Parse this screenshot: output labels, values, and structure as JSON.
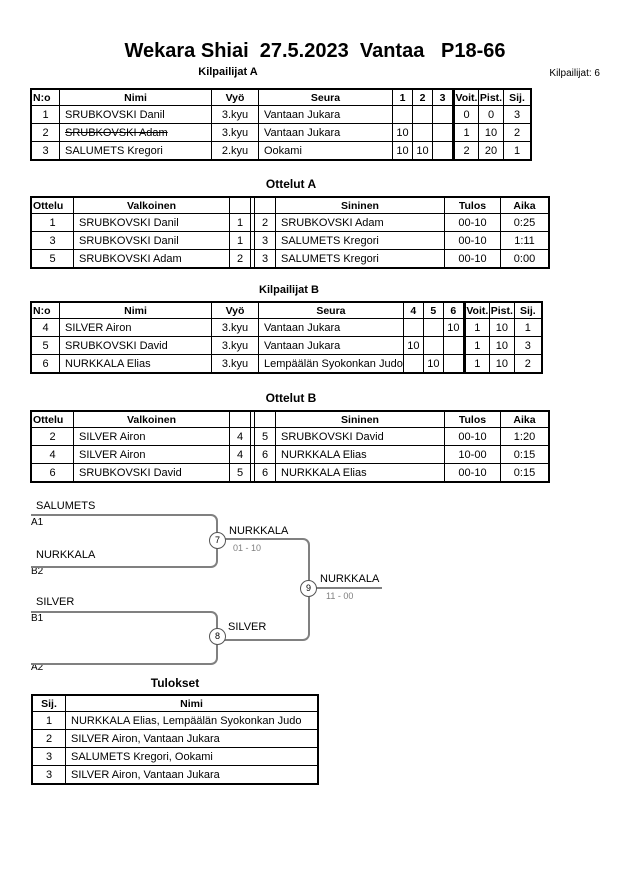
{
  "page": {
    "title": "Wekara Shiai  27.5.2023  Vantaa   P18-66",
    "competitor_count_label": "Kilpailijat: 6"
  },
  "colors": {
    "line": "#808080",
    "score_text": "#808080",
    "text": "#000000"
  },
  "pool_a": {
    "title": "Kilpailijat A",
    "headers": {
      "no": "N:o",
      "nimi": "Nimi",
      "vyo": "Vyö",
      "seura": "Seura",
      "r1": "1",
      "r2": "2",
      "r3": "3",
      "voit": "Voit.",
      "pist": "Pist.",
      "sij": "Sij."
    },
    "rows": [
      {
        "no": "1",
        "nimi": "SRUBKOVSKI Danil",
        "nimi_style": "",
        "vyo": "3.kyu",
        "seura": "Vantaan Jukara",
        "seura_style": "",
        "r1": "",
        "r2": "",
        "r3": "",
        "voit": "0",
        "pist": "0",
        "sij": "3"
      },
      {
        "no": "2",
        "nimi": "SRUBKOVSKI Adam",
        "nimi_style": "struck",
        "vyo": "3.kyu",
        "seura": "Vantaan Jukara",
        "seura_style": "",
        "r1": "10",
        "r2": "",
        "r3": "",
        "voit": "1",
        "pist": "10",
        "sij": "2"
      },
      {
        "no": "3",
        "nimi": "SALUMETS Kregori",
        "nimi_style": "",
        "vyo": "2.kyu",
        "seura": "Ookami",
        "seura_style": "",
        "r1": "10",
        "r2": "10",
        "r3": "",
        "voit": "2",
        "pist": "20",
        "sij": "1"
      }
    ]
  },
  "matches_a": {
    "title": "Ottelut A",
    "headers": {
      "ottelu": "Ottelu",
      "valkoinen": "Valkoinen",
      "sininen": "Sininen",
      "tulos": "Tulos",
      "aika": "Aika"
    },
    "rows": [
      {
        "ottelu": "1",
        "valkoinen": "SRUBKOVSKI Danil",
        "wn": "1",
        "bn": "2",
        "sininen": "SRUBKOVSKI Adam",
        "tulos": "00-10",
        "aika": "0:25"
      },
      {
        "ottelu": "3",
        "valkoinen": "SRUBKOVSKI Danil",
        "wn": "1",
        "bn": "3",
        "sininen": "SALUMETS Kregori",
        "tulos": "00-10",
        "aika": "1:11"
      },
      {
        "ottelu": "5",
        "valkoinen": "SRUBKOVSKI Adam",
        "wn": "2",
        "bn": "3",
        "sininen": "SALUMETS Kregori",
        "tulos": "00-10",
        "aika": "0:00"
      }
    ]
  },
  "pool_b": {
    "title": "Kilpailijat B",
    "headers": {
      "no": "N:o",
      "nimi": "Nimi",
      "vyo": "Vyö",
      "seura": "Seura",
      "r1": "4",
      "r2": "5",
      "r3": "6",
      "voit": "Voit.",
      "pist": "Pist.",
      "sij": "Sij."
    },
    "rows": [
      {
        "no": "4",
        "nimi": "SILVER Airon",
        "nimi_style": "",
        "vyo": "3.kyu",
        "seura": "Vantaan Jukara",
        "seura_style": "",
        "r1": "",
        "r2": "",
        "r3": "10",
        "voit": "1",
        "pist": "10",
        "sij": "1"
      },
      {
        "no": "5",
        "nimi": "SRUBKOVSKI David",
        "nimi_style": "",
        "vyo": "3.kyu",
        "seura": "Vantaan Jukara",
        "seura_style": "",
        "r1": "10",
        "r2": "",
        "r3": "",
        "voit": "1",
        "pist": "10",
        "sij": "3"
      },
      {
        "no": "6",
        "nimi": "NURKKALA Elias",
        "nimi_style": "",
        "vyo": "3.kyu",
        "seura": "Lempäälän Syokonkan Judo",
        "seura_style": "overflow",
        "r1": "",
        "r2": "10",
        "r3": "",
        "voit": "1",
        "pist": "10",
        "sij": "2"
      }
    ]
  },
  "matches_b": {
    "title": "Ottelut B",
    "headers": {
      "ottelu": "Ottelu",
      "valkoinen": "Valkoinen",
      "sininen": "Sininen",
      "tulos": "Tulos",
      "aika": "Aika"
    },
    "rows": [
      {
        "ottelu": "2",
        "valkoinen": "SILVER Airon",
        "wn": "4",
        "bn": "5",
        "sininen": "SRUBKOVSKI David",
        "tulos": "00-10",
        "aika": "1:20"
      },
      {
        "ottelu": "4",
        "valkoinen": "SILVER Airon",
        "wn": "4",
        "bn": "6",
        "sininen": "NURKKALA Elias",
        "tulos": "10-00",
        "aika": "0:15"
      },
      {
        "ottelu": "6",
        "valkoinen": "SRUBKOVSKI David",
        "wn": "5",
        "bn": "6",
        "sininen": "NURKKALA Elias",
        "tulos": "00-10",
        "aika": "0:15"
      }
    ]
  },
  "bracket": {
    "slots": [
      {
        "seed": "A1",
        "name": "SALUMETS"
      },
      {
        "seed": "B2",
        "name": "NURKKALA"
      },
      {
        "seed": "B1",
        "name": "SILVER"
      },
      {
        "seed": "A2",
        "name": ""
      }
    ],
    "matches": [
      {
        "number": "7",
        "winner": "NURKKALA",
        "score": "01 - 10"
      },
      {
        "number": "8",
        "winner": "SILVER",
        "score": ""
      },
      {
        "number": "9",
        "winner": "NURKKALA",
        "score": "11 - 00"
      }
    ]
  },
  "results": {
    "title": "Tulokset",
    "headers": {
      "sij": "Sij.",
      "nimi": "Nimi"
    },
    "rows": [
      {
        "sij": "1",
        "nimi": "NURKKALA Elias, Lempäälän Syokonkan Judo"
      },
      {
        "sij": "2",
        "nimi": "SILVER Airon, Vantaan Jukara"
      },
      {
        "sij": "3",
        "nimi": "SALUMETS Kregori, Ookami"
      },
      {
        "sij": "3",
        "nimi": "SILVER Airon, Vantaan Jukara"
      }
    ]
  }
}
